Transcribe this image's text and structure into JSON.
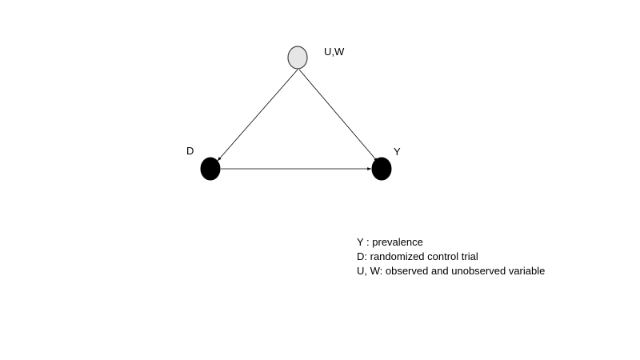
{
  "nodes": [
    {
      "id": "uw",
      "label": "U,W",
      "fill": "#e6e6e6",
      "stroke": "#404040"
    },
    {
      "id": "d",
      "label": "D",
      "fill": "#000000",
      "stroke": "#000000"
    },
    {
      "id": "y",
      "label": "Y",
      "fill": "#000000",
      "stroke": "#000000"
    }
  ],
  "edges": [
    {
      "from": "uw",
      "to": "d"
    },
    {
      "from": "uw",
      "to": "y"
    },
    {
      "from": "d",
      "to": "y"
    }
  ],
  "legend": [
    "Y : prevalence",
    "D: randomized control trial",
    "U, W: observed and unobserved variable"
  ]
}
